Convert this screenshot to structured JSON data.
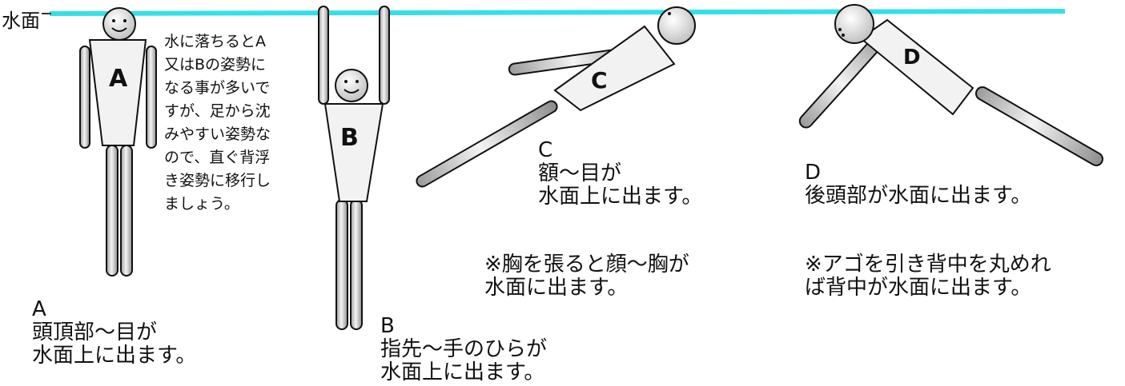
{
  "water_label": "水面",
  "note": "水に落ちるとA\n又はBの姿勢に\nなる事が多いで\nすが、足から沈\nみやすい姿勢な\nので、直ぐ背浮\nき姿勢に移行し\nましょう。",
  "figures": {
    "a": {
      "label": "A",
      "caption": "A\n頭頂部～目が\n水面上に出ます。"
    },
    "b": {
      "label": "B",
      "caption": "B\n指先～手のひらが\n水面上に出ます。"
    },
    "c": {
      "label": "C",
      "caption": "C\n額～目が\n水面上に出ます。",
      "remark": "※胸を張ると顔～胸が\n水面に出ます。"
    },
    "d": {
      "label": "D",
      "caption": "D\n後頭部が水面に出ます。",
      "remark": "※アゴを引き背中を丸めれ\nば背中が水面に出ます。"
    }
  },
  "colors": {
    "water_line": "#33e0e8",
    "outline": "#111111",
    "limb_fill": "#e4e4e4"
  }
}
